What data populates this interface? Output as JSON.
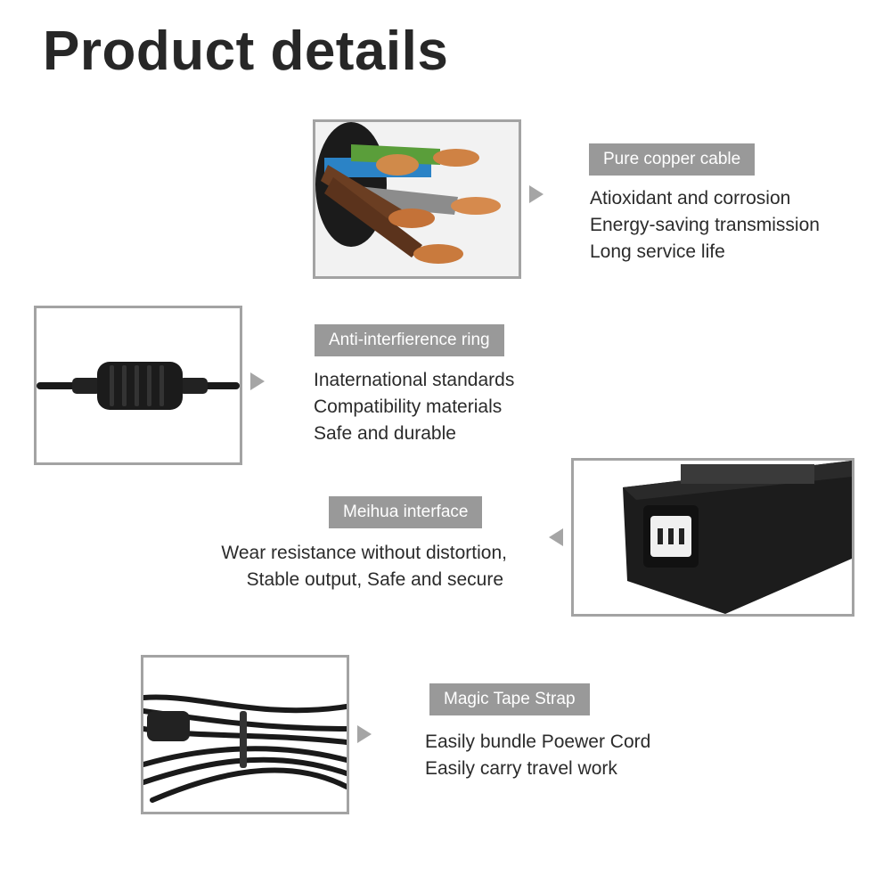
{
  "page": {
    "title": "Product details"
  },
  "features": [
    {
      "tag": "Pure copper cable",
      "lines": [
        "Atioxidant and corrosion",
        "Energy-saving transmission",
        "Long service life"
      ]
    },
    {
      "tag": "Anti-interfierence ring",
      "lines": [
        "Inaternational standards",
        "Compatibility materials",
        "Safe and durable"
      ]
    },
    {
      "tag": "Meihua interface",
      "lines": [
        "Wear resistance without distortion,",
        "Stable output, Safe and secure"
      ]
    },
    {
      "tag": "Magic Tape Strap",
      "lines": [
        "Easily bundle Poewer Cord",
        "Easily carry travel work"
      ]
    }
  ],
  "colors": {
    "frame_border": "#a3a3a3",
    "tag_bg": "#999999",
    "arrow": "#a5a5a5",
    "copper": "#c8753a",
    "cable_black": "#1a1a1a"
  },
  "icons": [
    "arrow-right-icon",
    "arrow-left-icon"
  ]
}
